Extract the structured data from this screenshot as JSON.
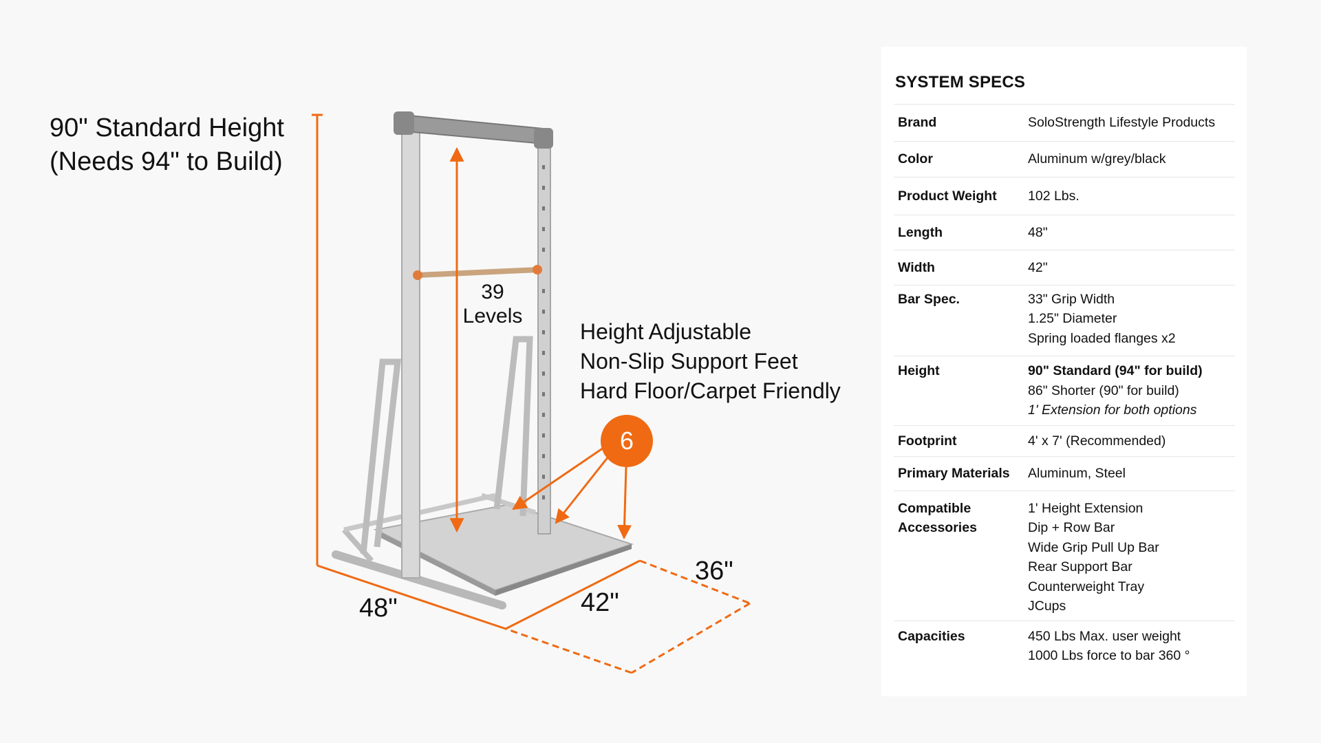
{
  "diagram": {
    "headline_line1": "90\" Standard Height",
    "headline_line2": "(Needs 94\" to Build)",
    "levels_number": "39",
    "levels_label": "Levels",
    "features": [
      "Height Adjustable",
      "Non-Slip Support Feet",
      "Hard Floor/Carpet Friendly"
    ],
    "feet_count": "6",
    "dim_length": "48\"",
    "dim_width": "42\"",
    "dim_recommended": "36\"",
    "accent_color": "#ef6a13"
  },
  "specs": {
    "title": "SYSTEM SPECS",
    "rows": [
      {
        "label": "Brand",
        "values": [
          "SoloStrength Lifestyle Products"
        ]
      },
      {
        "label": "Color",
        "values": [
          "Aluminum w/grey/black"
        ]
      },
      {
        "label": "Product Weight",
        "values": [
          "102 Lbs."
        ]
      },
      {
        "label": "Length",
        "values": [
          "48\""
        ]
      },
      {
        "label": "Width",
        "values": [
          "42\""
        ]
      },
      {
        "label": "Bar Spec.",
        "values": [
          "33\" Grip Width",
          "1.25\" Diameter",
          "Spring loaded flanges x2"
        ]
      },
      {
        "label": "Height",
        "values": [
          "90\" Standard (94\" for build)",
          "86\" Shorter (90\" for build)",
          "1' Extension for both options"
        ]
      },
      {
        "label": "Footprint",
        "values": [
          "4' x 7'  (Recommended)"
        ]
      },
      {
        "label": "Primary Materials",
        "values": [
          "Aluminum, Steel"
        ]
      },
      {
        "label": "Compatible Accessories",
        "values": [
          "1' Height Extension",
          "Dip + Row Bar",
          "Wide Grip Pull Up Bar",
          "Rear Support Bar",
          "Counterweight Tray",
          "JCups"
        ]
      },
      {
        "label": "Capacities",
        "values": [
          "450 Lbs Max. user weight",
          "1000 Lbs force to bar 360 °"
        ]
      }
    ]
  }
}
